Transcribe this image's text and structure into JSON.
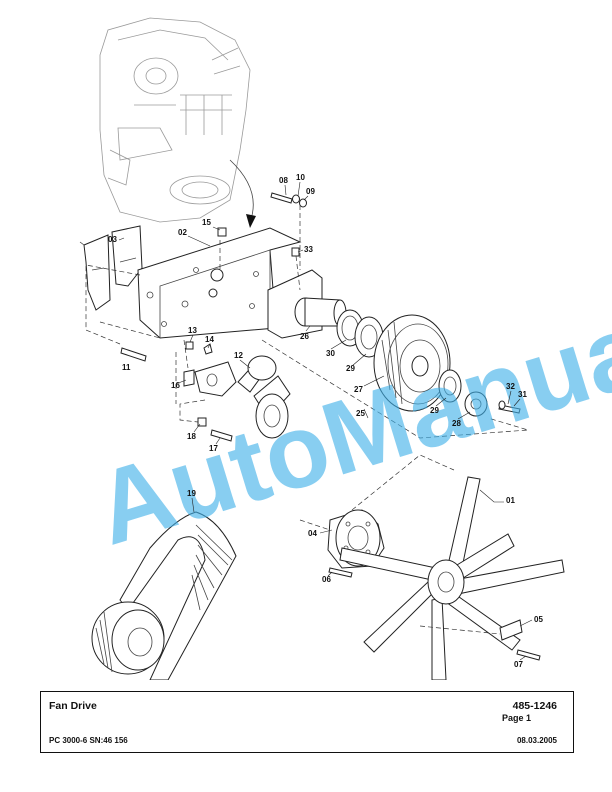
{
  "watermark": "AutoManual",
  "callouts": {
    "c01": "01",
    "c02": "02",
    "c03": "03",
    "c04": "04",
    "c05": "05",
    "c06": "06",
    "c07": "07",
    "c08": "08",
    "c09": "09",
    "c10": "10",
    "c11": "11",
    "c12": "12",
    "c13": "13",
    "c14": "14",
    "c15": "15",
    "c16": "16",
    "c17": "17",
    "c18": "18",
    "c19": "19",
    "c25": "25",
    "c26": "26",
    "c27": "27",
    "c28": "28",
    "c29a": "29",
    "c29b": "29",
    "c30": "30",
    "c31": "31",
    "c32": "32",
    "c33": "33"
  },
  "title_block": {
    "title": "Fan Drive",
    "part_number": "485-1246",
    "page": "Page 1",
    "model": "PC 3000-6 SN:46 156",
    "date": "08.03.2005"
  }
}
